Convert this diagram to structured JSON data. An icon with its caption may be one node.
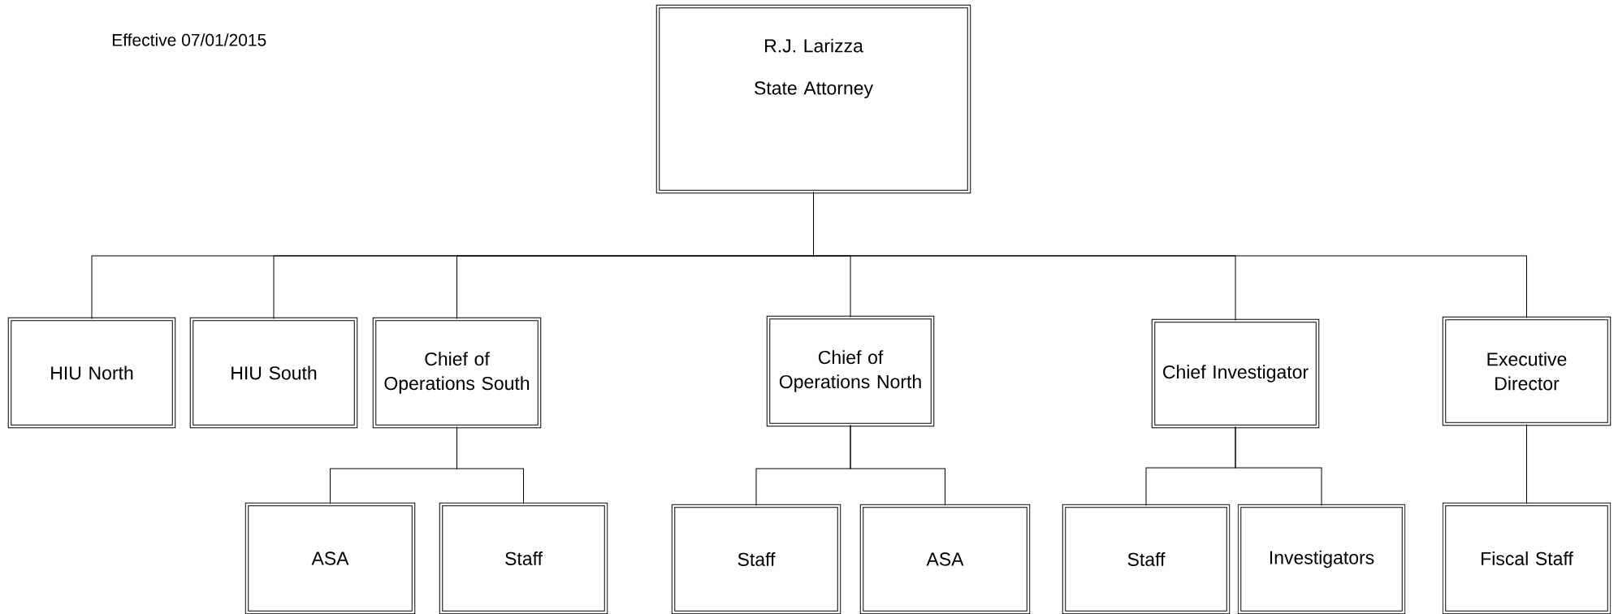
{
  "diagram": {
    "nodes": [
      {
        "text": [
          "R.J. Larizza",
          "State Attorney"
        ]
      },
      {
        "text": [
          "HIU North"
        ]
      },
      {
        "text": [
          "HIU South"
        ]
      },
      {
        "text": [
          "Chief of Operations South"
        ]
      },
      {
        "text": [
          "Chief of Operations North"
        ]
      },
      {
        "text": [
          "Chief Investigator"
        ]
      },
      {
        "text": [
          "Executive Director"
        ]
      },
      {
        "text": [
          "ASA"
        ]
      },
      {
        "text": [
          "Staff"
        ]
      },
      {
        "text": [
          "Staff"
        ]
      },
      {
        "text": [
          "ASA"
        ]
      },
      {
        "text": [
          "Staff"
        ]
      },
      {
        "text": [
          "Investigators"
        ]
      },
      {
        "text": [
          "Fiscal Staff"
        ]
      }
    ],
    "edges": [
      {
        "from": 0,
        "to": 1,
        "arrow": "none"
      },
      {
        "from": 0,
        "to": 2,
        "arrow": "none"
      },
      {
        "from": 0,
        "to": 3,
        "arrow": "none"
      },
      {
        "from": 0,
        "to": 4,
        "arrow": "none"
      },
      {
        "from": 0,
        "to": 5,
        "arrow": "none"
      },
      {
        "from": 0,
        "to": 6,
        "arrow": "none"
      },
      {
        "from": 3,
        "to": 7,
        "arrow": "none"
      },
      {
        "from": 3,
        "to": 8,
        "arrow": "none"
      },
      {
        "from": 4,
        "to": 9,
        "arrow": "none"
      },
      {
        "from": 4,
        "to": 10,
        "arrow": "none"
      },
      {
        "from": 5,
        "to": 11,
        "arrow": "none"
      },
      {
        "from": 5,
        "to": 12,
        "arrow": "none"
      },
      {
        "from": 6,
        "to": 13,
        "arrow": "none"
      }
    ],
    "labels": [
      "Effective 07/01/2015"
    ]
  }
}
